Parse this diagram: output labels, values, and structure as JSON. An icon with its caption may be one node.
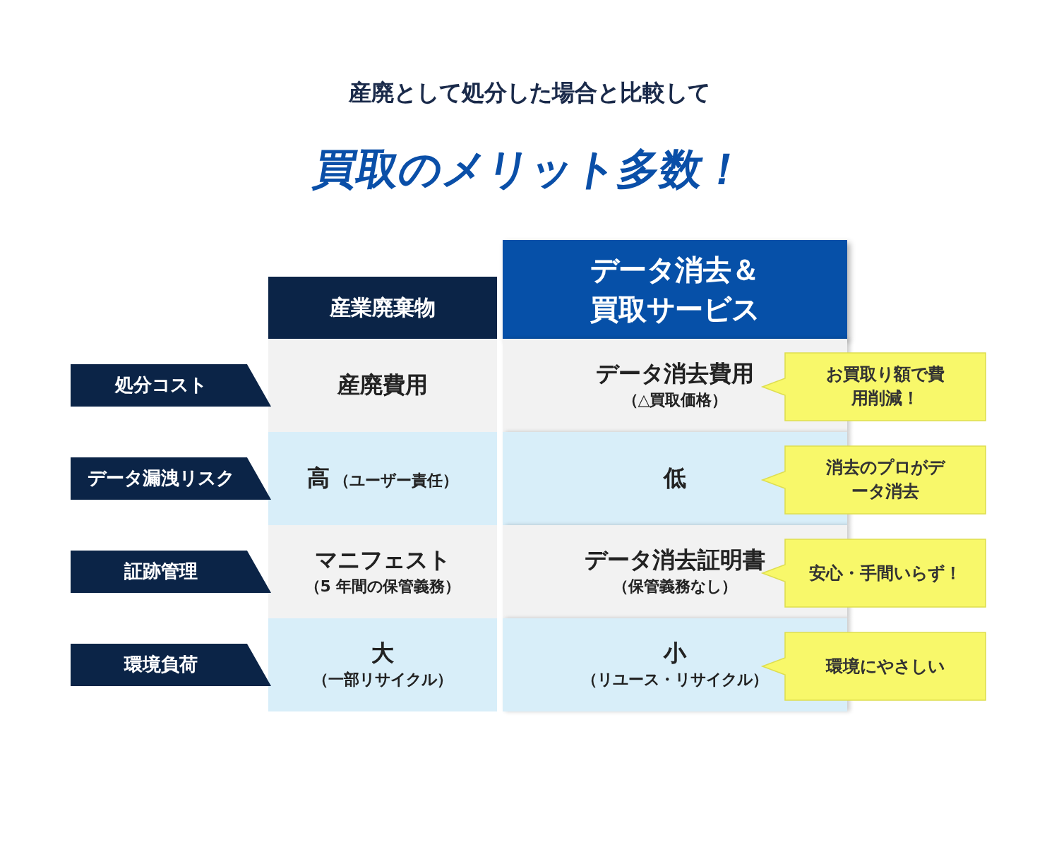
{
  "diagram": {
    "title": "買取のメリット多数！",
    "nodes": [
      {
        "text": [
          "お買取り額で費用削減！"
        ]
      },
      {
        "text": [
          "消去のプロがデータ消去"
        ]
      },
      {
        "text": [
          "安心・手間いらず！"
        ]
      },
      {
        "text": [
          "環境にやさしい"
        ]
      }
    ],
    "labels": [
      "産廃として処分した場合と比較して",
      "産業廃棄物",
      "データ消去＆買取サービス",
      "処分コスト",
      "産廃費用",
      "データ消去費用",
      "（△買取価格）",
      "データ漏洩リスク",
      "高",
      "（ユーザー責任）",
      "低",
      "証跡管理",
      "マニフェスト",
      "（5 年間の保管義務）",
      "データ消去証明書",
      "（保管義務なし）",
      "環境負荷",
      "大",
      "（一部リサイクル）",
      "小",
      "（リユース・リサイクル）"
    ]
  }
}
